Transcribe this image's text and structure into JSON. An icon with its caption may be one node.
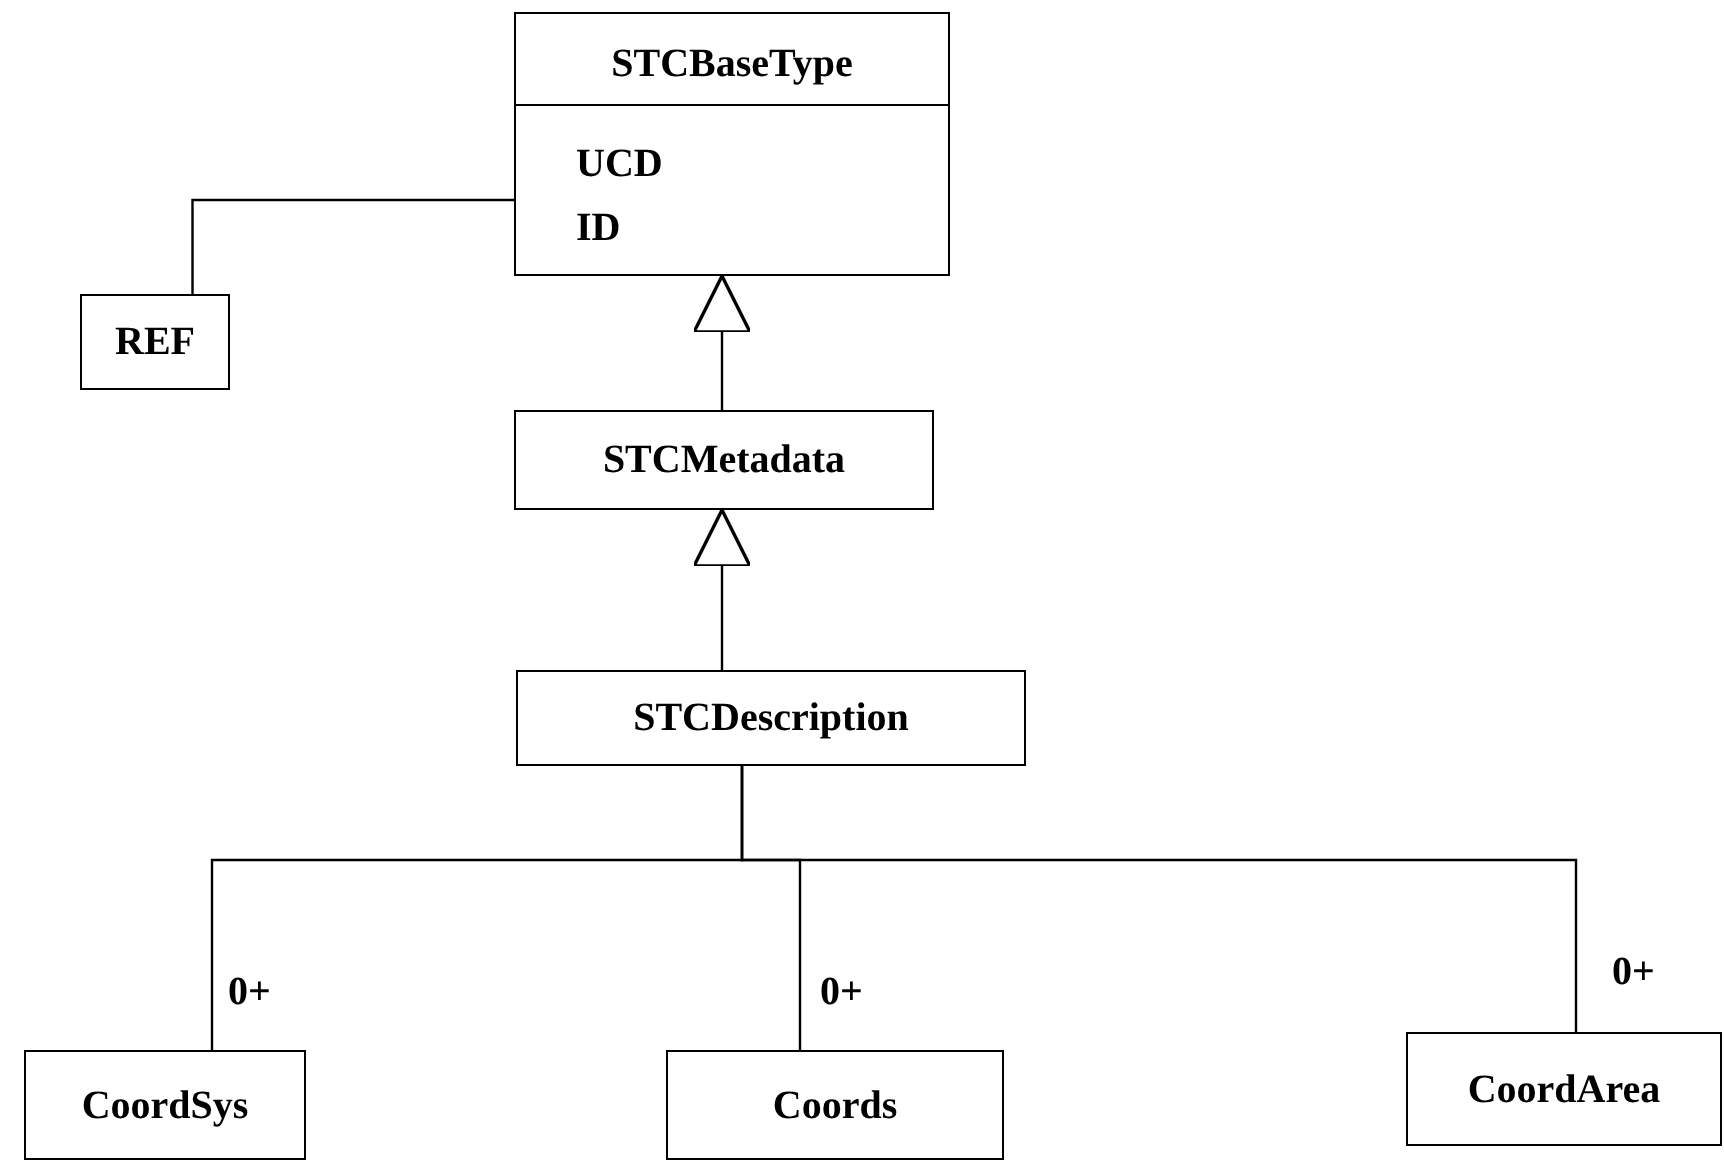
{
  "diagram": {
    "nodes": [
      {
        "text": [
          "STCBaseType",
          "UCD",
          "ID"
        ]
      },
      {
        "text": [
          "REF"
        ]
      },
      {
        "text": [
          "STCMetadata"
        ]
      },
      {
        "text": [
          "STCDescription"
        ]
      },
      {
        "text": [
          "CoordSys"
        ]
      },
      {
        "text": [
          "Coords"
        ]
      },
      {
        "text": [
          "CoordArea"
        ]
      }
    ],
    "edges": [
      {
        "from": 1,
        "to": 0,
        "arrow": "none"
      },
      {
        "from": 2,
        "to": 0,
        "arrow": "to"
      },
      {
        "from": 3,
        "to": 2,
        "arrow": "to"
      },
      {
        "from": 3,
        "to": 4,
        "arrow": "none",
        "label": "0+"
      },
      {
        "from": 3,
        "to": 5,
        "arrow": "none",
        "label": "0+"
      },
      {
        "from": 3,
        "to": 6,
        "arrow": "none",
        "label": "0+"
      }
    ]
  }
}
